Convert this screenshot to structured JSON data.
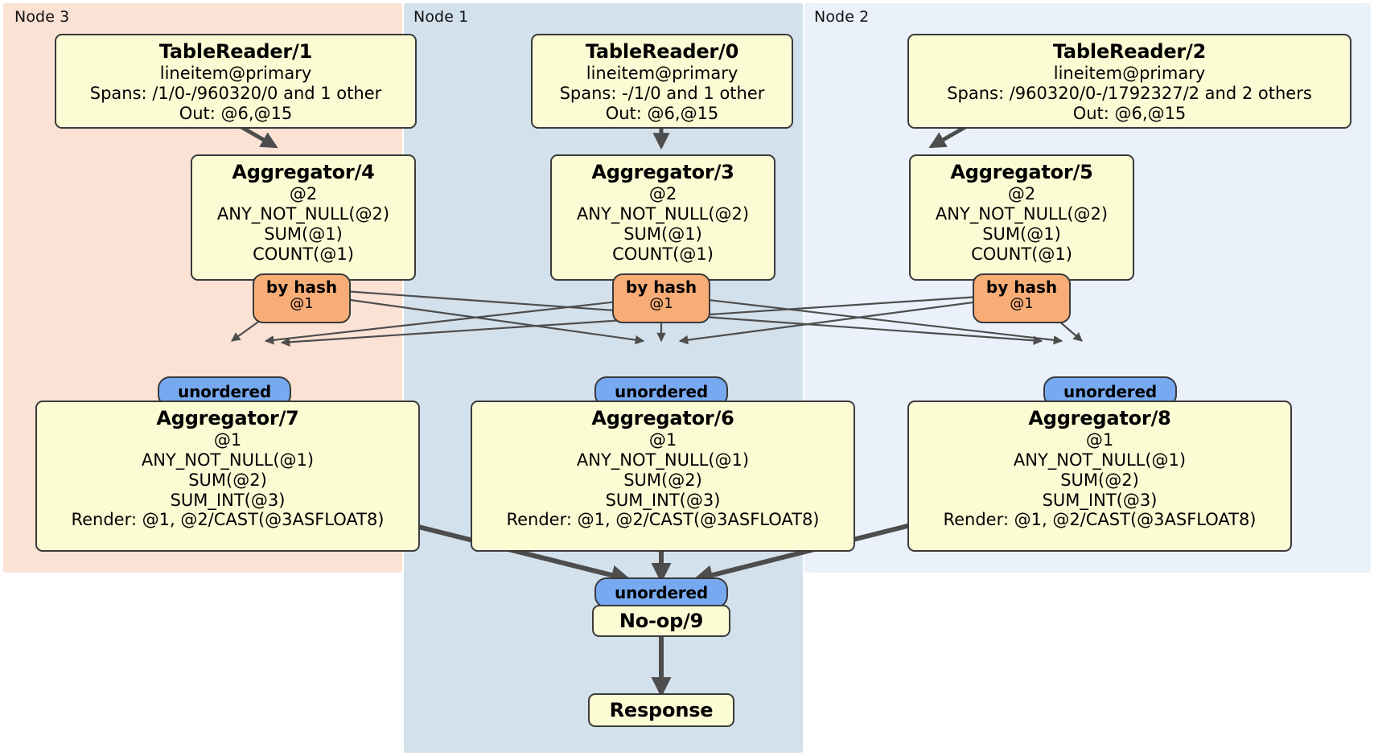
{
  "diagram": {
    "kind": "distributed-query-plan",
    "colors": {
      "node3_panel": "#fbe2d5",
      "node1_panel": "#d2e1ec",
      "node2_panel": "#eaf1fb",
      "processor_fill": "#fbfbd4",
      "processor_stroke": "#3a3a3a",
      "hash_badge": "#f8ad77",
      "unordered_badge": "#76a9ef",
      "edge_thin": "#4d4d4d",
      "edge_thick": "#4d4d4d"
    }
  },
  "panels": [
    {
      "id": "node3",
      "label": "Node 3"
    },
    {
      "id": "node1",
      "label": "Node 1"
    },
    {
      "id": "node2",
      "label": "Node 2"
    }
  ],
  "processors": {
    "table_reader_1": {
      "title": "TableReader/1",
      "lines": [
        "lineitem@primary",
        "Spans: /1/0-/960320/0 and 1 other",
        "Out: @6,@15"
      ]
    },
    "table_reader_0": {
      "title": "TableReader/0",
      "lines": [
        "lineitem@primary",
        "Spans: -/1/0 and 1 other",
        "Out: @6,@15"
      ]
    },
    "table_reader_2": {
      "title": "TableReader/2",
      "lines": [
        "lineitem@primary",
        "Spans: /960320/0-/1792327/2 and 2 others",
        "Out: @6,@15"
      ]
    },
    "aggregator_4": {
      "title": "Aggregator/4",
      "lines": [
        "@2",
        "ANY_NOT_NULL(@2)",
        "SUM(@1)",
        "COUNT(@1)"
      ]
    },
    "aggregator_3": {
      "title": "Aggregator/3",
      "lines": [
        "@2",
        "ANY_NOT_NULL(@2)",
        "SUM(@1)",
        "COUNT(@1)"
      ]
    },
    "aggregator_5": {
      "title": "Aggregator/5",
      "lines": [
        "@2",
        "ANY_NOT_NULL(@2)",
        "SUM(@1)",
        "COUNT(@1)"
      ]
    },
    "aggregator_7": {
      "title": "Aggregator/7",
      "lines": [
        "@1",
        "ANY_NOT_NULL(@1)",
        "SUM(@2)",
        "SUM_INT(@3)",
        "Render: @1, @2/CAST(@3ASFLOAT8)"
      ]
    },
    "aggregator_6": {
      "title": "Aggregator/6",
      "lines": [
        "@1",
        "ANY_NOT_NULL(@1)",
        "SUM(@2)",
        "SUM_INT(@3)",
        "Render: @1, @2/CAST(@3ASFLOAT8)"
      ]
    },
    "aggregator_8": {
      "title": "Aggregator/8",
      "lines": [
        "@1",
        "ANY_NOT_NULL(@1)",
        "SUM(@2)",
        "SUM_INT(@3)",
        "Render: @1, @2/CAST(@3ASFLOAT8)"
      ]
    },
    "no_op_9": {
      "title": "No-op/9",
      "lines": []
    },
    "response": {
      "title": "Response",
      "lines": []
    }
  },
  "badges": {
    "hash_left": {
      "label": "by hash",
      "sub": "@1"
    },
    "hash_mid": {
      "label": "by hash",
      "sub": "@1"
    },
    "hash_right": {
      "label": "by hash",
      "sub": "@1"
    },
    "unordered_left": {
      "label": "unordered"
    },
    "unordered_mid": {
      "label": "unordered"
    },
    "unordered_right": {
      "label": "unordered"
    },
    "unordered_final": {
      "label": "unordered"
    }
  }
}
